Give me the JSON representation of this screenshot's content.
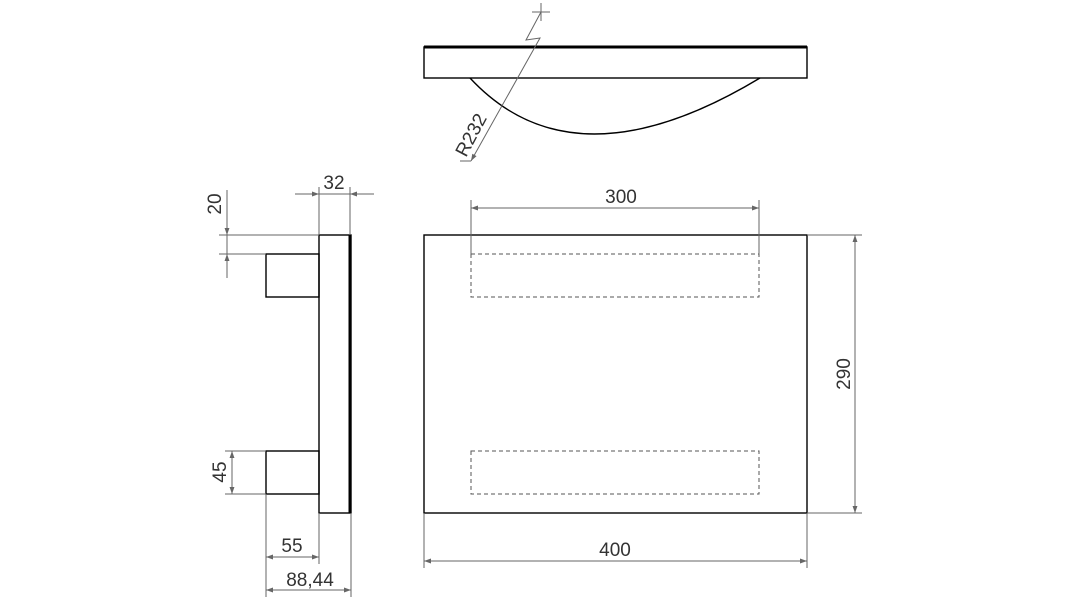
{
  "dimensions": {
    "radius": "R232",
    "bracket_spacing": "300",
    "height": "290",
    "width": "400",
    "top_offset": "20",
    "depth": "32",
    "bracket_height": "45",
    "bracket_depth": "55",
    "total_depth": "88,44"
  },
  "colors": {
    "outline": "#000000",
    "dimension": "#666666",
    "text": "#333333"
  }
}
